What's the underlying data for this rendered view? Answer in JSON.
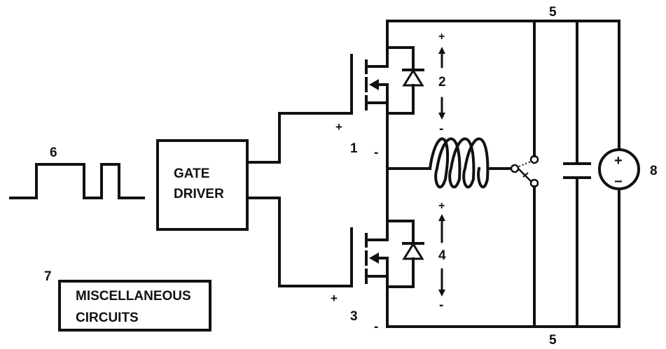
{
  "callouts": {
    "mosfet_top": "1",
    "mosfet_top_polarity_plus": "+",
    "mosfet_top_polarity_minus": "-",
    "voltage_top": "2",
    "voltage_top_plus": "+",
    "voltage_top_minus": "-",
    "mosfet_bottom": "3",
    "mosfet_bottom_polarity_plus": "+",
    "mosfet_bottom_polarity_minus": "-",
    "voltage_bottom": "4",
    "voltage_bottom_plus": "+",
    "voltage_bottom_minus": "-",
    "bus_top": "5",
    "bus_bottom": "5",
    "pulse_signal": "6",
    "misc_block": "7",
    "source": "8"
  },
  "gate_driver": {
    "line1": "GATE",
    "line2": "DRIVER"
  },
  "misc_circuits": {
    "line1": "MISCELLANEOUS",
    "line2": "CIRCUITS"
  },
  "source_symbol": {
    "plus": "+",
    "minus": "−"
  }
}
